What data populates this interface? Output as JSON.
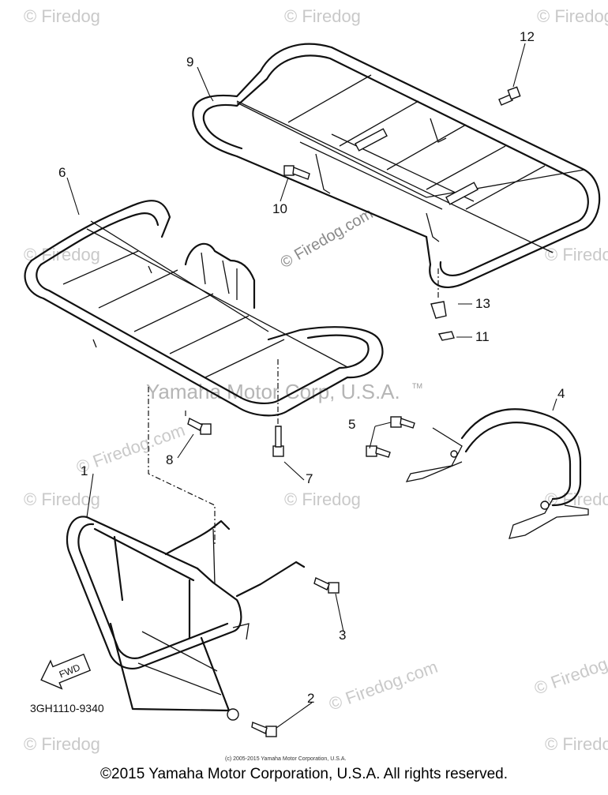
{
  "watermarks": {
    "corner": "© Firedog",
    "center": "© Firedog.com",
    "center_mark": "Yamaha Motor Corp, U.S.A.",
    "tm": "TM"
  },
  "diagram": {
    "callouts": [
      "1",
      "2",
      "3",
      "4",
      "5",
      "6",
      "7",
      "8",
      "9",
      "10",
      "11",
      "12",
      "13"
    ],
    "direction_label": "FWD",
    "part_code": "3GH1110-9340",
    "small_copyright": "(c) 2005-2015 Yamaha Motor Corporation, U.S.A."
  },
  "footer": {
    "copyright": "©2015 Yamaha Motor Corporation, U.S.A. All rights reserved."
  }
}
